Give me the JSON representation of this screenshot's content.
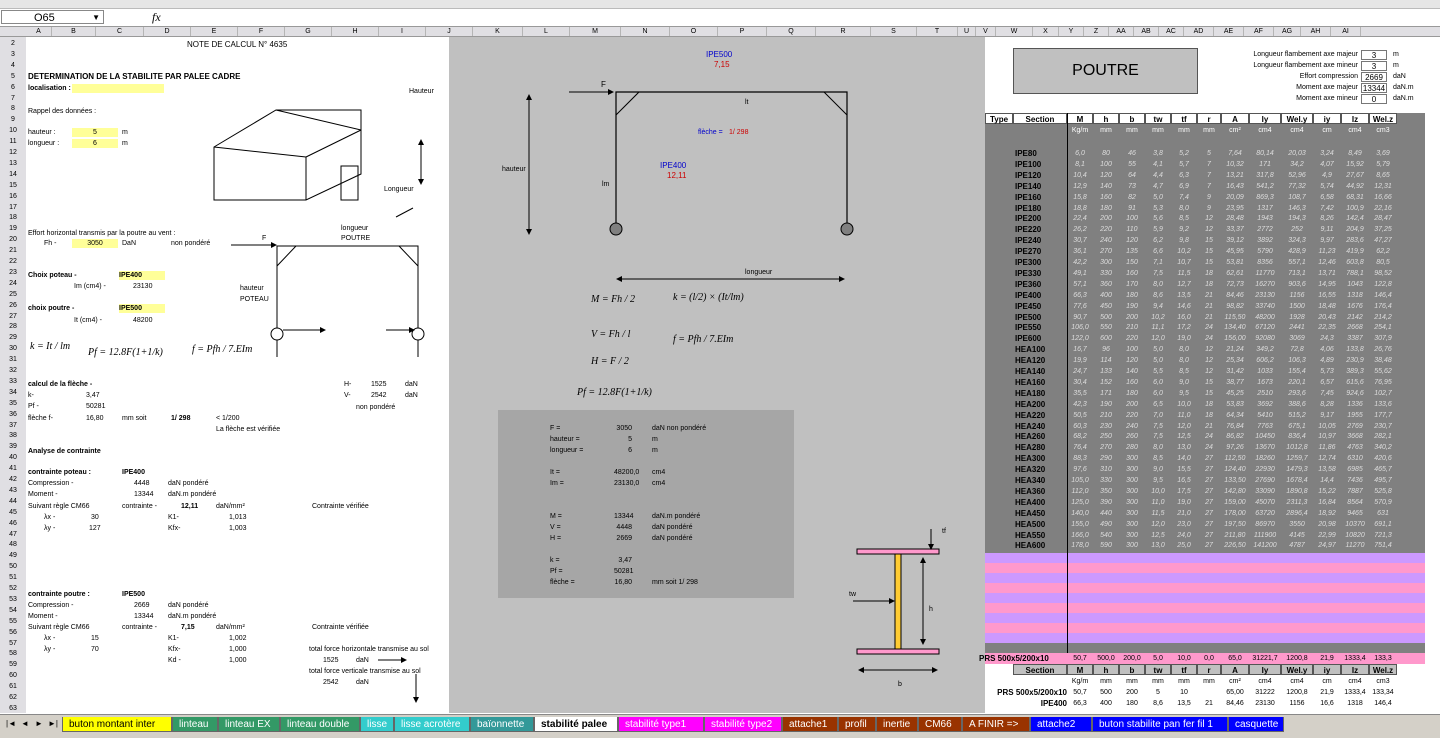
{
  "namebox": "O65",
  "fx_label": "fx",
  "columns": [
    "A",
    "B",
    "C",
    "D",
    "E",
    "F",
    "G",
    "H",
    "I",
    "J",
    "K",
    "L",
    "M",
    "N",
    "O",
    "P",
    "Q",
    "R",
    "S",
    "T",
    "U",
    "V",
    "W",
    "X",
    "Y",
    "Z",
    "AA",
    "AB",
    "AC",
    "AD",
    "AE",
    "AF",
    "AG",
    "AH",
    "AI"
  ],
  "rows": [
    "2",
    "3",
    "4",
    "5",
    "6",
    "7",
    "8",
    "9",
    "10",
    "11",
    "12",
    "13",
    "14",
    "15",
    "16",
    "17",
    "18",
    "19",
    "20",
    "21",
    "22",
    "23",
    "24",
    "25",
    "26",
    "27",
    "28",
    "29",
    "30",
    "31",
    "32",
    "33",
    "34",
    "35",
    "36",
    "37",
    "38",
    "39",
    "40",
    "41",
    "42",
    "43",
    "44",
    "45",
    "46",
    "47",
    "48",
    "49",
    "50",
    "51",
    "52",
    "53",
    "54",
    "55",
    "56",
    "57",
    "58",
    "59",
    "60",
    "61",
    "62",
    "63"
  ],
  "left": {
    "title": "NOTE DE CALCUL N° 4635",
    "heading": "DETERMINATION DE LA STABILITE PAR PALEE CADRE",
    "localisation_label": "localisation :",
    "rappel": "Rappel des données :",
    "hauteur_label": "hauteur :",
    "hauteur_val": "5",
    "hauteur_unit": "m",
    "longueur_label": "longueur :",
    "longueur_val": "6",
    "longueur_unit": "m",
    "sketch_hauteur": "Hauteur",
    "sketch_longueur": "Longueur",
    "effort_label": "Effort horizontal transmis par la poutre au vent :",
    "fh_label": "Fh -",
    "fh_val": "3050",
    "fh_unit": "DaN",
    "fh_note": "non pondéré",
    "frame_longueur": "longueur",
    "frame_poutre": "POUTRE",
    "frame_hauteur": "hauteur",
    "frame_poteau": "POTEAU",
    "frame_F": "F",
    "choix_poteau_label": "Choix poteau -",
    "choix_poteau_val": "IPE400",
    "im_label": "Im (cm4) -",
    "im_val": "23130",
    "choix_poutre_label": "choix poutre -",
    "choix_poutre_val": "IPE500",
    "it_label": "It (cm4) -",
    "it_val": "48200",
    "calcul_fleche": "calcul de la flèche -",
    "k_label": "k-",
    "k_val": "3,47",
    "pf_label": "Pf -",
    "pf_val": "50281",
    "fleche_label": "flèche f-",
    "fleche_val": "16,80",
    "fleche_unit": "mm soit",
    "fleche_ratio": "1/ 298",
    "fleche_limit": "< 1/200",
    "fleche_ok": "La flèche est vérifiée",
    "H_label": "H-",
    "H_val": "1525",
    "H_unit": "daN",
    "V_label": "V-",
    "V_val": "2542",
    "V_unit": "daN",
    "np_note": "non pondéré",
    "analyse": "Analyse de contrainte",
    "cp_title": "contrainte poteau :",
    "cp_profile": "IPE400",
    "compression_label": "Compression -",
    "cp_comp_val": "4448",
    "cp_comp_unit": "daN pondéré",
    "moment_label": "Moment -",
    "cp_mom_val": "13344",
    "cp_mom_unit": "daN.m pondéré",
    "suivant": "Suivant règle CM66",
    "contrainte_label": "contrainte -",
    "cp_contrainte": "12,11",
    "contrainte_unit": "daN/mm²",
    "contrainte_ok": "Contrainte vérifiée",
    "cp_lx_val": "30",
    "cp_ly_val": "127",
    "k1_label": "K1-",
    "cp_k1": "1,013",
    "kfx_label": "Kfx-",
    "cp_kfx": "1,003",
    "cb_title": "contrainte poutre :",
    "cb_profile": "IPE500",
    "cb_comp_val": "2669",
    "cb_comp_unit": "daN pondéré",
    "cb_mom_val": "13344",
    "cb_mom_unit": "daN.m pondéré",
    "cb_contrainte": "7,15",
    "cb_lx_val": "15",
    "cb_ly_val": "70",
    "cb_k1": "1,002",
    "cb_kfx": "1,000",
    "kd_label": "Kd -",
    "cb_kd": "1,000",
    "total_h_label": "total force horizontale transmise au sol",
    "total_h_val": "1525",
    "total_h_unit": "daN",
    "total_v_label": "total force verticale transmise au sol",
    "total_v_val": "2542",
    "total_v_unit": "daN",
    "lambda_x": "λx -",
    "lambda_y": "λy -"
  },
  "middle": {
    "beam_profile": "IPE500",
    "beam_stress": "7,15",
    "col_profile": "IPE400",
    "col_stress": "12,11",
    "F": "F",
    "lt": "lt",
    "lm": "lm",
    "hauteur": "hauteur",
    "longueur": "longueur",
    "fleche": "flèche =",
    "fleche_val": "1/ 298",
    "calc": [
      {
        "label": "F =",
        "val": "3050",
        "unit": "daN non pondéré"
      },
      {
        "label": "hauteur =",
        "val": "5",
        "unit": "m"
      },
      {
        "label": "longueur =",
        "val": "6",
        "unit": "m"
      },
      {
        "label": "",
        "val": "",
        "unit": ""
      },
      {
        "label": "It =",
        "val": "48200,0",
        "unit": "cm4"
      },
      {
        "label": "Im =",
        "val": "23130,0",
        "unit": "cm4"
      },
      {
        "label": "",
        "val": "",
        "unit": ""
      },
      {
        "label": "",
        "val": "",
        "unit": ""
      },
      {
        "label": "M =",
        "val": "13344",
        "unit": "daN.m pondéré"
      },
      {
        "label": "V =",
        "val": "4448",
        "unit": "daN pondéré"
      },
      {
        "label": "H =",
        "val": "2669",
        "unit": "daN pondéré"
      },
      {
        "label": "",
        "val": "",
        "unit": ""
      },
      {
        "label": "k =",
        "val": "3,47",
        "unit": ""
      },
      {
        "label": "Pf =",
        "val": "50281",
        "unit": ""
      },
      {
        "label": "flèche =",
        "val": "16,80",
        "unit": "mm soit    1/ 298"
      }
    ],
    "ibeam_tf": "tf",
    "ibeam_tw": "tw",
    "ibeam_h": "h",
    "ibeam_b": "b"
  },
  "right": {
    "poutre_title": "POUTRE",
    "params": [
      {
        "label": "Longueur flambement axe majeur",
        "val": "3",
        "unit": "m"
      },
      {
        "label": "Longueur flambement axe mineur",
        "val": "3",
        "unit": "m"
      },
      {
        "label": "Effort compression",
        "val": "2669",
        "unit": "daN"
      },
      {
        "label": "Moment axe majeur",
        "val": "13344",
        "unit": "daN.m"
      },
      {
        "label": "Moment axe mineur",
        "val": "0",
        "unit": "daN.m"
      }
    ],
    "table_headers": [
      "Type",
      "Section",
      "M",
      "h",
      "b",
      "tw",
      "tf",
      "r",
      "A",
      "Iy",
      "Wel.y",
      "iy",
      "Iz",
      "Wel.z"
    ],
    "units": [
      "",
      "",
      "Kg/m",
      "mm",
      "mm",
      "mm",
      "mm",
      "mm",
      "cm²",
      "cm4",
      "cm4",
      "cm",
      "cm4",
      "cm3"
    ],
    "profiles": [
      [
        "IPE80",
        "6,0",
        "80",
        "46",
        "3,8",
        "5,2",
        "5",
        "7,64",
        "80,14",
        "20,03",
        "3,24",
        "8,49",
        "3,69"
      ],
      [
        "IPE100",
        "8,1",
        "100",
        "55",
        "4,1",
        "5,7",
        "7",
        "10,32",
        "171",
        "34,2",
        "4,07",
        "15,92",
        "5,79"
      ],
      [
        "IPE120",
        "10,4",
        "120",
        "64",
        "4,4",
        "6,3",
        "7",
        "13,21",
        "317,8",
        "52,96",
        "4,9",
        "27,67",
        "8,65"
      ],
      [
        "IPE140",
        "12,9",
        "140",
        "73",
        "4,7",
        "6,9",
        "7",
        "16,43",
        "541,2",
        "77,32",
        "5,74",
        "44,92",
        "12,31"
      ],
      [
        "IPE160",
        "15,8",
        "160",
        "82",
        "5,0",
        "7,4",
        "9",
        "20,09",
        "869,3",
        "108,7",
        "6,58",
        "68,31",
        "16,66"
      ],
      [
        "IPE180",
        "18,8",
        "180",
        "91",
        "5,3",
        "8,0",
        "9",
        "23,95",
        "1317",
        "146,3",
        "7,42",
        "100,9",
        "22,16"
      ],
      [
        "IPE200",
        "22,4",
        "200",
        "100",
        "5,6",
        "8,5",
        "12",
        "28,48",
        "1943",
        "194,3",
        "8,26",
        "142,4",
        "28,47"
      ],
      [
        "IPE220",
        "26,2",
        "220",
        "110",
        "5,9",
        "9,2",
        "12",
        "33,37",
        "2772",
        "252",
        "9,11",
        "204,9",
        "37,25"
      ],
      [
        "IPE240",
        "30,7",
        "240",
        "120",
        "6,2",
        "9,8",
        "15",
        "39,12",
        "3892",
        "324,3",
        "9,97",
        "283,6",
        "47,27"
      ],
      [
        "IPE270",
        "36,1",
        "270",
        "135",
        "6,6",
        "10,2",
        "15",
        "45,95",
        "5790",
        "428,9",
        "11,23",
        "419,9",
        "62,2"
      ],
      [
        "IPE300",
        "42,2",
        "300",
        "150",
        "7,1",
        "10,7",
        "15",
        "53,81",
        "8356",
        "557,1",
        "12,46",
        "603,8",
        "80,5"
      ],
      [
        "IPE330",
        "49,1",
        "330",
        "160",
        "7,5",
        "11,5",
        "18",
        "62,61",
        "11770",
        "713,1",
        "13,71",
        "788,1",
        "98,52"
      ],
      [
        "IPE360",
        "57,1",
        "360",
        "170",
        "8,0",
        "12,7",
        "18",
        "72,73",
        "16270",
        "903,6",
        "14,95",
        "1043",
        "122,8"
      ],
      [
        "IPE400",
        "66,3",
        "400",
        "180",
        "8,6",
        "13,5",
        "21",
        "84,46",
        "23130",
        "1156",
        "16,55",
        "1318",
        "146,4"
      ],
      [
        "IPE450",
        "77,6",
        "450",
        "190",
        "9,4",
        "14,6",
        "21",
        "98,82",
        "33740",
        "1500",
        "18,48",
        "1676",
        "176,4"
      ],
      [
        "IPE500",
        "90,7",
        "500",
        "200",
        "10,2",
        "16,0",
        "21",
        "115,50",
        "48200",
        "1928",
        "20,43",
        "2142",
        "214,2"
      ],
      [
        "IPE550",
        "106,0",
        "550",
        "210",
        "11,1",
        "17,2",
        "24",
        "134,40",
        "67120",
        "2441",
        "22,35",
        "2668",
        "254,1"
      ],
      [
        "IPE600",
        "122,0",
        "600",
        "220",
        "12,0",
        "19,0",
        "24",
        "156,00",
        "92080",
        "3069",
        "24,3",
        "3387",
        "307,9"
      ],
      [
        "HEA100",
        "16,7",
        "96",
        "100",
        "5,0",
        "8,0",
        "12",
        "21,24",
        "349,2",
        "72,8",
        "4,06",
        "133,8",
        "26,76"
      ],
      [
        "HEA120",
        "19,9",
        "114",
        "120",
        "5,0",
        "8,0",
        "12",
        "25,34",
        "606,2",
        "106,3",
        "4,89",
        "230,9",
        "38,48"
      ],
      [
        "HEA140",
        "24,7",
        "133",
        "140",
        "5,5",
        "8,5",
        "12",
        "31,42",
        "1033",
        "155,4",
        "5,73",
        "389,3",
        "55,62"
      ],
      [
        "HEA160",
        "30,4",
        "152",
        "160",
        "6,0",
        "9,0",
        "15",
        "38,77",
        "1673",
        "220,1",
        "6,57",
        "615,6",
        "76,95"
      ],
      [
        "HEA180",
        "35,5",
        "171",
        "180",
        "6,0",
        "9,5",
        "15",
        "45,25",
        "2510",
        "293,6",
        "7,45",
        "924,6",
        "102,7"
      ],
      [
        "HEA200",
        "42,3",
        "190",
        "200",
        "6,5",
        "10,0",
        "18",
        "53,83",
        "3692",
        "388,6",
        "8,28",
        "1336",
        "133,6"
      ],
      [
        "HEA220",
        "50,5",
        "210",
        "220",
        "7,0",
        "11,0",
        "18",
        "64,34",
        "5410",
        "515,2",
        "9,17",
        "1955",
        "177,7"
      ],
      [
        "HEA240",
        "60,3",
        "230",
        "240",
        "7,5",
        "12,0",
        "21",
        "76,84",
        "7763",
        "675,1",
        "10,05",
        "2769",
        "230,7"
      ],
      [
        "HEA260",
        "68,2",
        "250",
        "260",
        "7,5",
        "12,5",
        "24",
        "86,82",
        "10450",
        "836,4",
        "10,97",
        "3668",
        "282,1"
      ],
      [
        "HEA280",
        "76,4",
        "270",
        "280",
        "8,0",
        "13,0",
        "24",
        "97,26",
        "13670",
        "1012,8",
        "11,86",
        "4763",
        "340,2"
      ],
      [
        "HEA300",
        "88,3",
        "290",
        "300",
        "8,5",
        "14,0",
        "27",
        "112,50",
        "18260",
        "1259,7",
        "12,74",
        "6310",
        "420,6"
      ],
      [
        "HEA320",
        "97,6",
        "310",
        "300",
        "9,0",
        "15,5",
        "27",
        "124,40",
        "22930",
        "1479,3",
        "13,58",
        "6985",
        "465,7"
      ],
      [
        "HEA340",
        "105,0",
        "330",
        "300",
        "9,5",
        "16,5",
        "27",
        "133,50",
        "27690",
        "1678,4",
        "14,4",
        "7436",
        "495,7"
      ],
      [
        "HEA360",
        "112,0",
        "350",
        "300",
        "10,0",
        "17,5",
        "27",
        "142,80",
        "33090",
        "1890,8",
        "15,22",
        "7887",
        "525,8"
      ],
      [
        "HEA400",
        "125,0",
        "390",
        "300",
        "11,0",
        "19,0",
        "27",
        "159,00",
        "45070",
        "2311,3",
        "16,84",
        "8564",
        "570,9"
      ],
      [
        "HEA450",
        "140,0",
        "440",
        "300",
        "11,5",
        "21,0",
        "27",
        "178,00",
        "63720",
        "2896,4",
        "18,92",
        "9465",
        "631"
      ],
      [
        "HEA500",
        "155,0",
        "490",
        "300",
        "12,0",
        "23,0",
        "27",
        "197,50",
        "86970",
        "3550",
        "20,98",
        "10370",
        "691,1"
      ],
      [
        "HEA550",
        "166,0",
        "540",
        "300",
        "12,5",
        "24,0",
        "27",
        "211,80",
        "111900",
        "4145",
        "22,99",
        "10820",
        "721,3"
      ],
      [
        "HEA600",
        "178,0",
        "590",
        "300",
        "13,0",
        "25,0",
        "27",
        "226,50",
        "141200",
        "4787",
        "24,97",
        "11270",
        "751,4"
      ]
    ],
    "prs_name": "PRS 500x5/200x10",
    "prs_row": [
      "50,7",
      "500,0",
      "200,0",
      "5,0",
      "10,0",
      "0,0",
      "65,0",
      "31221,7",
      "1200,8",
      "21,9",
      "1333,4",
      "133,3"
    ],
    "bottom_headers": [
      "Section",
      "M",
      "h",
      "b",
      "tw",
      "tf",
      "r",
      "A",
      "Iy",
      "Wel.y",
      "iy",
      "Iz",
      "Wel.z"
    ],
    "bottom_units": [
      "",
      "Kg/m",
      "mm",
      "mm",
      "mm",
      "mm",
      "mm",
      "cm²",
      "cm4",
      "cm4",
      "cm",
      "cm4",
      "cm3"
    ],
    "bottom_prs": [
      "PRS 500x5/200x10",
      "50,7",
      "500",
      "200",
      "5",
      "10",
      "",
      "65,00",
      "31222",
      "1200,8",
      "21,9",
      "1333,4",
      "133,34"
    ],
    "bottom_ipe": [
      "IPE400",
      "66,3",
      "400",
      "180",
      "8,6",
      "13,5",
      "21",
      "84,46",
      "23130",
      "1156",
      "16,6",
      "1318",
      "146,4"
    ]
  },
  "tabs": [
    {
      "label": "buton montant inter",
      "color": "#ffff00",
      "text": "#000"
    },
    {
      "label": "linteau",
      "color": "#339966",
      "text": "#fff"
    },
    {
      "label": "linteau EX",
      "color": "#339966",
      "text": "#fff"
    },
    {
      "label": "linteau double",
      "color": "#339966",
      "text": "#fff"
    },
    {
      "label": "lisse",
      "color": "#33cccc",
      "text": "#fff"
    },
    {
      "label": "lisse acrotère",
      "color": "#33cccc",
      "text": "#fff"
    },
    {
      "label": "baïonnette",
      "color": "#339999",
      "text": "#fff"
    },
    {
      "label": "stabilité palee",
      "color": "#ffffff",
      "text": "#000"
    },
    {
      "label": "stabilité type1",
      "color": "#ff00ff",
      "text": "#fff"
    },
    {
      "label": "stabilité type2",
      "color": "#ff00ff",
      "text": "#fff"
    },
    {
      "label": "attache1",
      "color": "#993300",
      "text": "#fff"
    },
    {
      "label": "profil",
      "color": "#993300",
      "text": "#fff"
    },
    {
      "label": "inertie",
      "color": "#993300",
      "text": "#fff"
    },
    {
      "label": "CM66",
      "color": "#993300",
      "text": "#fff"
    },
    {
      "label": "A FINIR =>",
      "color": "#993300",
      "text": "#fff"
    },
    {
      "label": "attache2",
      "color": "#0000ff",
      "text": "#fff"
    },
    {
      "label": "buton stabilite pan fer fil 1",
      "color": "#0000ff",
      "text": "#fff"
    },
    {
      "label": "casquette",
      "color": "#0000ff",
      "text": "#fff"
    }
  ],
  "colors": {
    "pink": "#ff99cc",
    "lilac": "#cc99ff",
    "gray": "#c0c0c0",
    "yellow": "#ffff99",
    "ibeam": "#ffcc33"
  }
}
